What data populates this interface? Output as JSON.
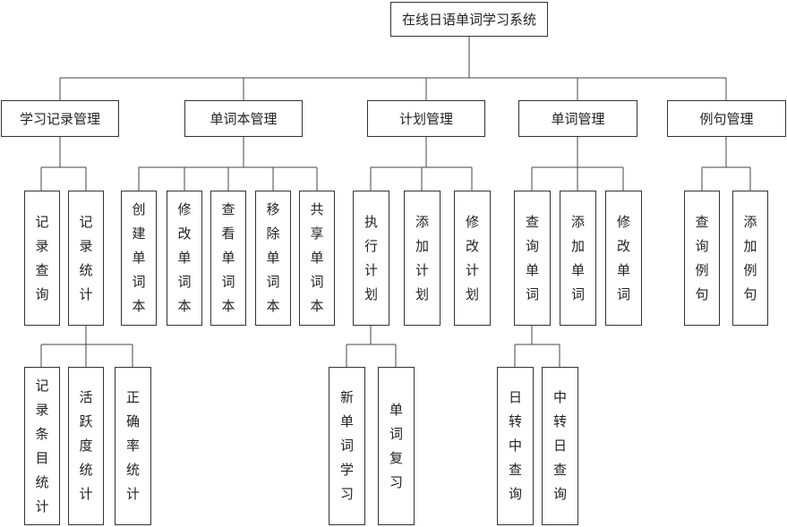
{
  "root": {
    "label": "在线日语单词学习系统"
  },
  "modules": [
    {
      "label": "学习记录管理",
      "children": [
        {
          "label": "记录查询"
        },
        {
          "label": "记录统计",
          "children": [
            {
              "label": "记录条目统计"
            },
            {
              "label": "活跃度统计"
            },
            {
              "label": "正确率统计"
            }
          ]
        }
      ]
    },
    {
      "label": "单词本管理",
      "children": [
        {
          "label": "创建单词本"
        },
        {
          "label": "修改单词本"
        },
        {
          "label": "查看单词本"
        },
        {
          "label": "移除单词本"
        },
        {
          "label": "共享单词本"
        }
      ]
    },
    {
      "label": "计划管理",
      "children": [
        {
          "label": "执行计划",
          "children": [
            {
              "label": "新单词学习"
            },
            {
              "label": "单词复习"
            }
          ]
        },
        {
          "label": "添加计划"
        },
        {
          "label": "修改计划"
        }
      ]
    },
    {
      "label": "单词管理",
      "children": [
        {
          "label": "查询单词",
          "children": [
            {
              "label": "日转中查询"
            },
            {
              "label": "中转日查询"
            }
          ]
        },
        {
          "label": "添加单词"
        },
        {
          "label": "修改单词"
        }
      ]
    },
    {
      "label": "例句管理",
      "children": [
        {
          "label": "查询例句"
        },
        {
          "label": "添加例句"
        }
      ]
    }
  ]
}
